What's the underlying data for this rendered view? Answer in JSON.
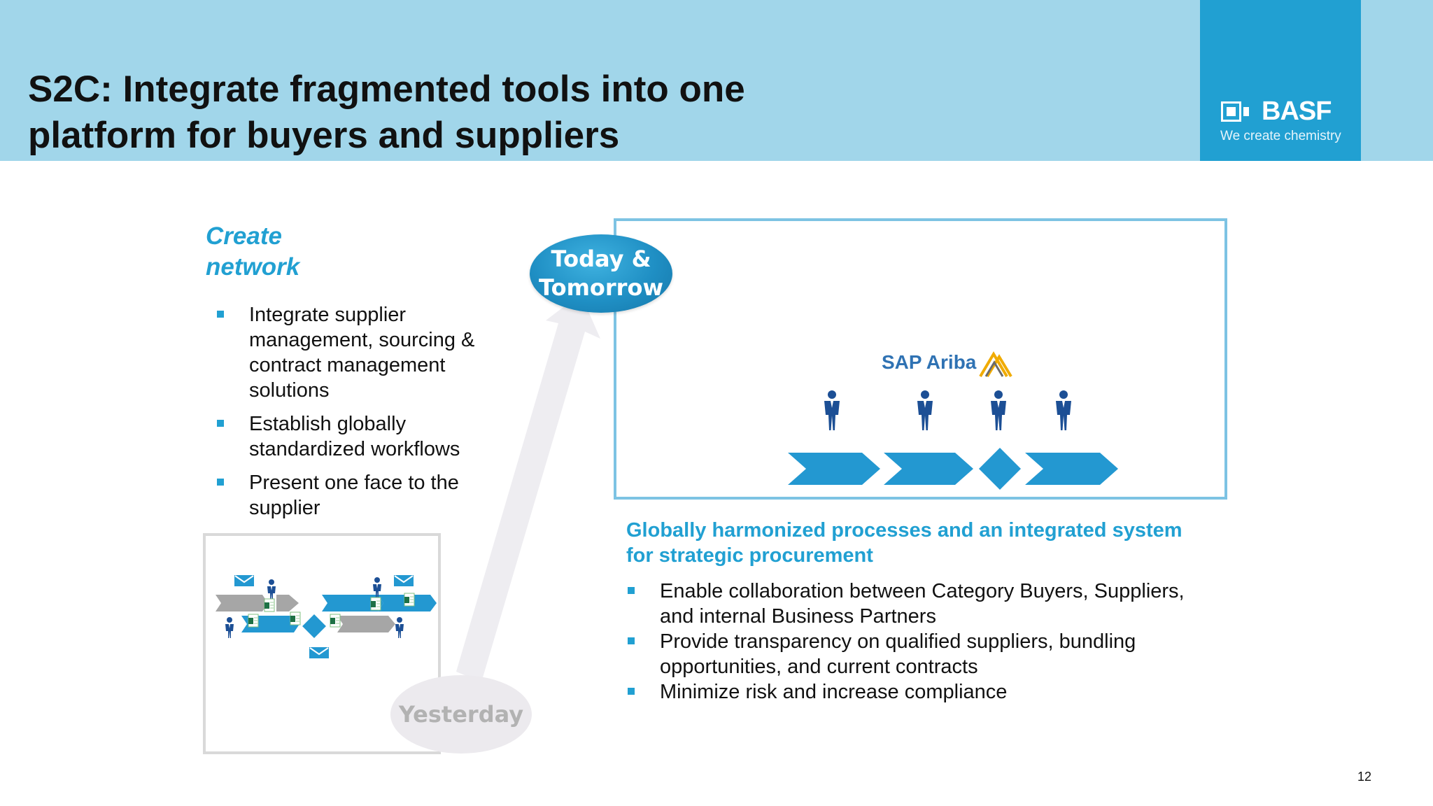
{
  "header": {
    "title_lines": [
      "S2C: Integrate fragmented tools into one",
      "platform for buyers and suppliers"
    ],
    "logo": {
      "name": "BASF",
      "tagline": "We create chemistry"
    }
  },
  "left": {
    "heading_lines": [
      "Create",
      "network"
    ],
    "bullets": [
      "Integrate supplier management, sourcing & contract management solutions",
      "Establish globally standardized workflows",
      "Present one face to the supplier"
    ]
  },
  "timeline": {
    "future_label_lines": [
      "Today &",
      "Tomorrow"
    ],
    "past_label": "Yesterday"
  },
  "future_panel": {
    "logo_text": "SAP Ariba"
  },
  "right": {
    "heading_lines": [
      "Globally harmonized processes and an integrated system",
      "for strategic procurement"
    ],
    "bullets": [
      "Enable collaboration between Category Buyers, Suppliers, and internal Business Partners",
      "Provide transparency on qualified suppliers, bundling opportunities, and current contracts",
      "Minimize risk and increase compliance"
    ]
  },
  "footer": {
    "page_number": "12"
  },
  "colors": {
    "header_band": "#a1d6ea",
    "logo_block": "#21a0d2",
    "accent_blue": "#21a0d2",
    "person_blue": "#1c4f95",
    "process_gray": "#a6a6a6",
    "yesterday_gray": "#b2b2b2",
    "frame_blue": "#7dc3e3"
  },
  "icons": [
    "person-icon",
    "envelope-icon",
    "spreadsheet-icon",
    "process-chevron",
    "decision-diamond",
    "progress-arrow",
    "sap-ariba-logo",
    "basf-logo"
  ]
}
